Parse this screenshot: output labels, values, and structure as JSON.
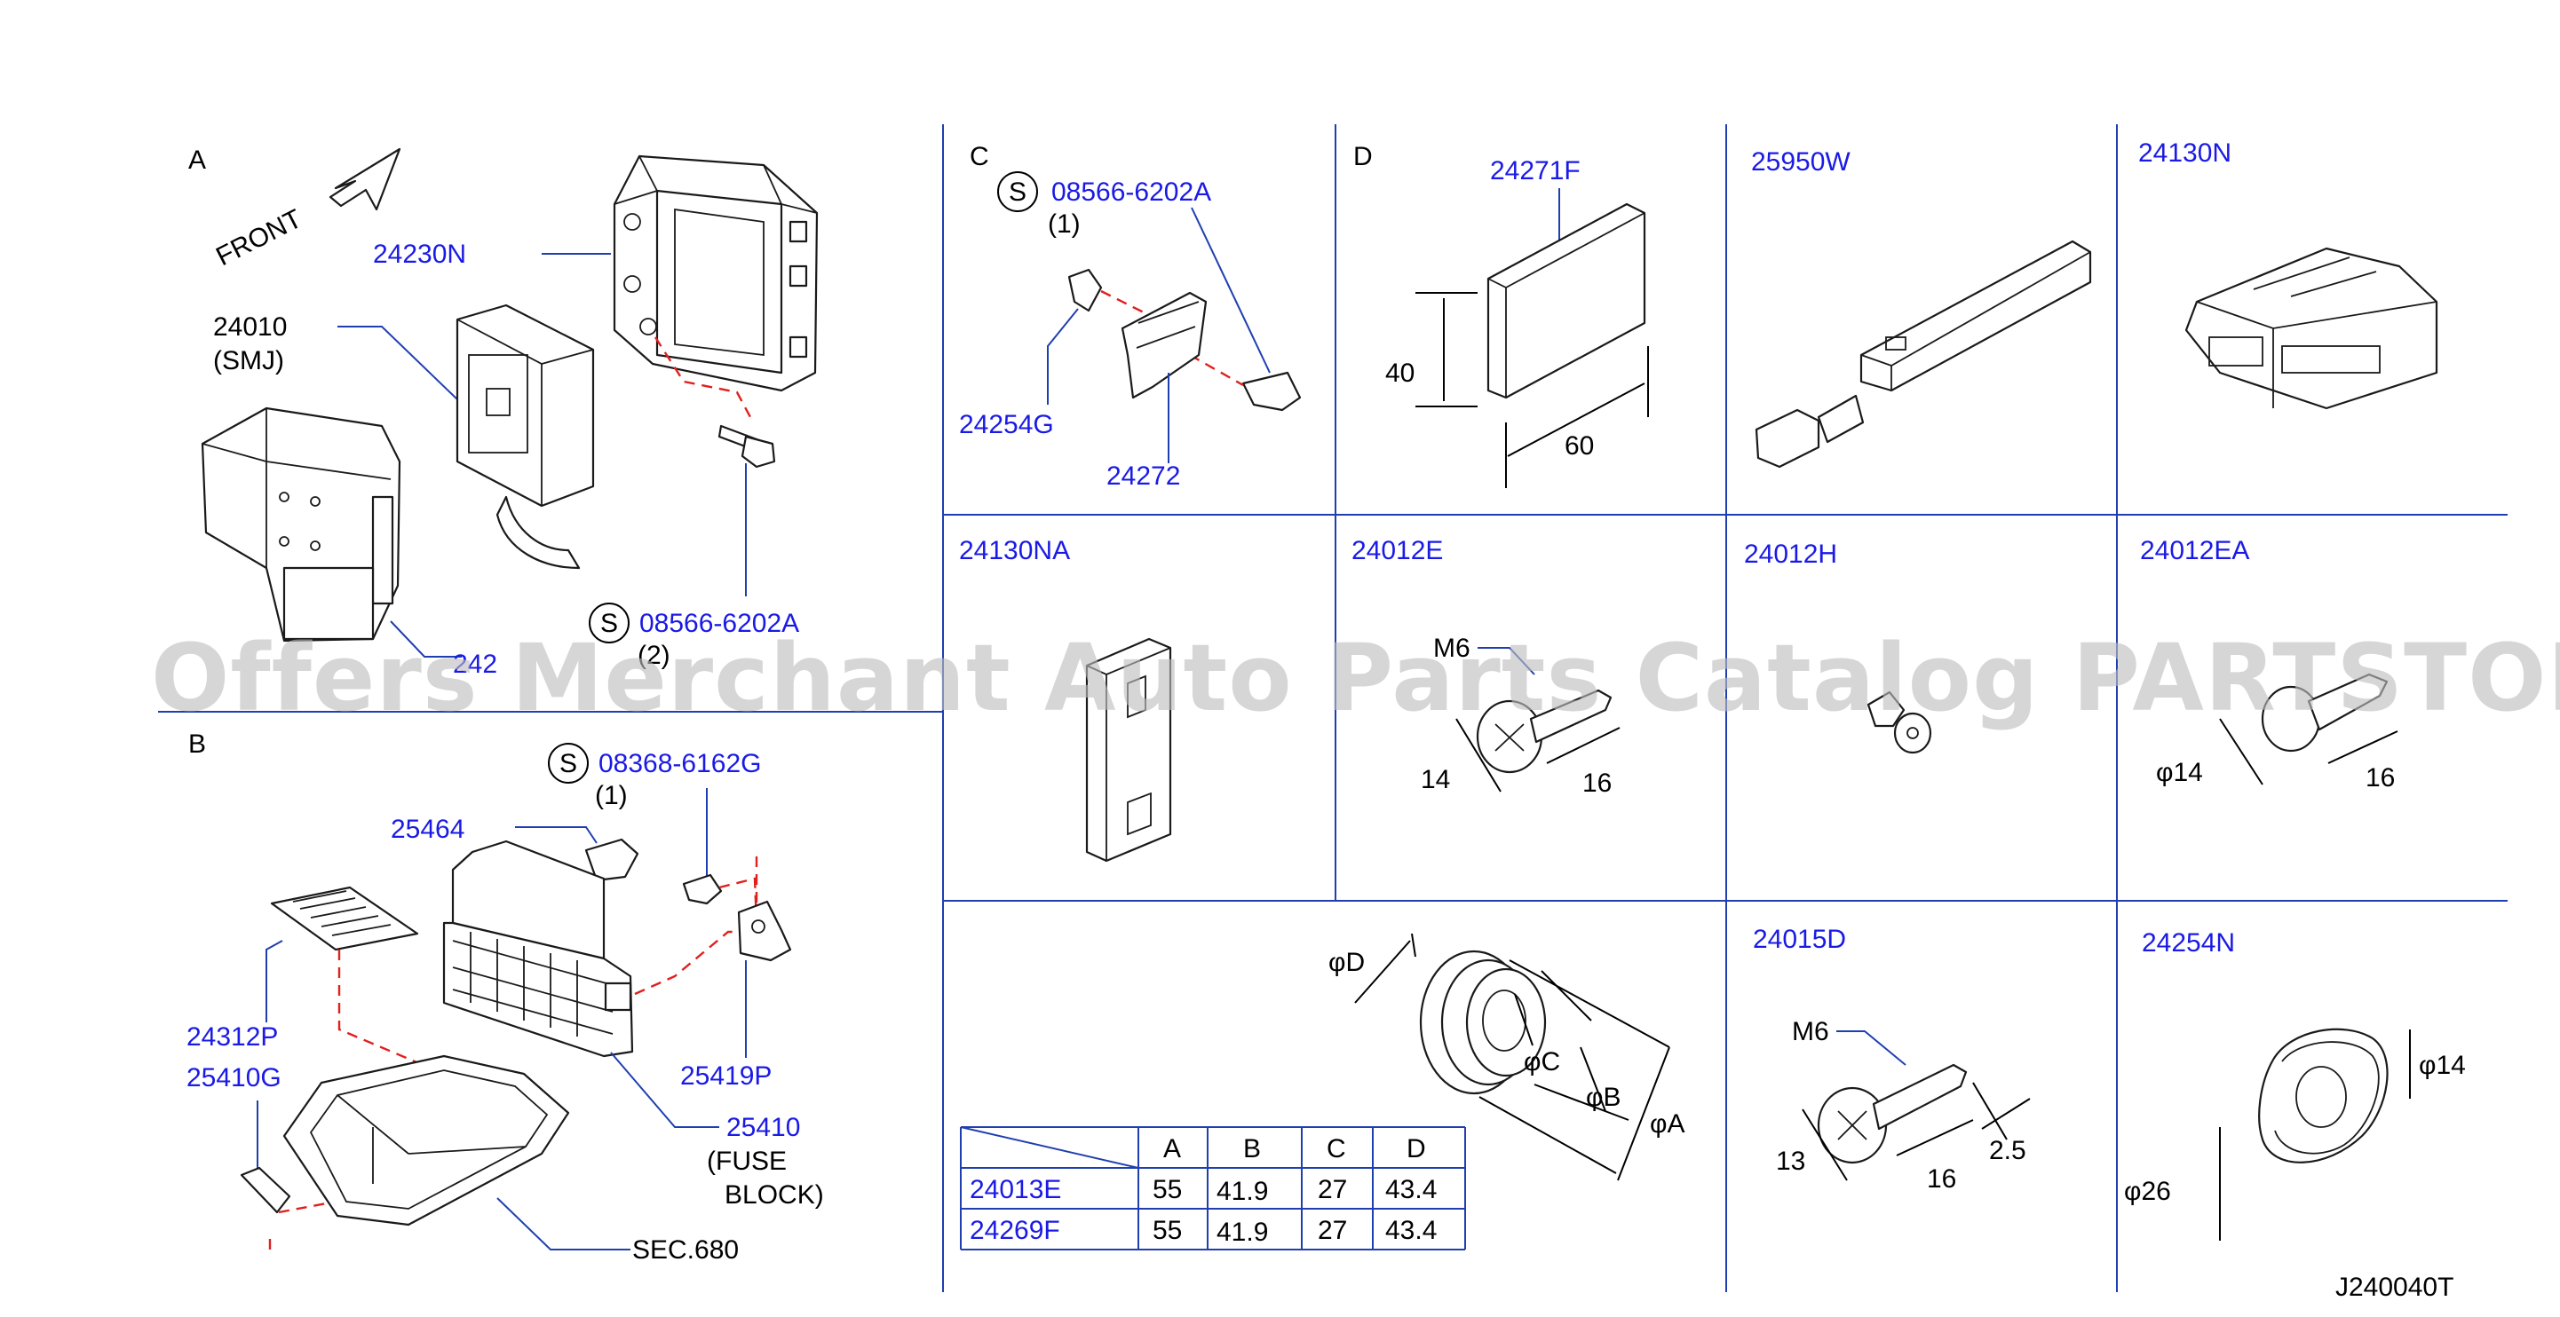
{
  "watermark": "Offers Merchant Auto Parts Catalog PARTSTORE.SA",
  "drawing_code": "J240040T",
  "section_a": {
    "letter": "A",
    "front": "FRONT",
    "p_24230n": "24230N",
    "p_24010": "24010",
    "p_smj": "(SMJ)",
    "s_symbol": "S",
    "p_08566": "08566-6202A",
    "qty_2": "(2)",
    "p_242xx_partial": "242"
  },
  "section_b": {
    "letter": "B",
    "s_symbol": "S",
    "p_08368": "08368-6162G",
    "qty_1": "(1)",
    "p_25464": "25464",
    "p_24312p": "24312P",
    "p_25410g": "25410G",
    "p_25419p": "25419P",
    "p_25410": "25410",
    "fuse1": "(FUSE",
    "fuse2": "BLOCK)",
    "sec680": "SEC.680"
  },
  "section_c": {
    "letter": "C",
    "s_symbol": "S",
    "p_08566": "08566-6202A",
    "qty_1": "(1)",
    "p_24254g": "24254G",
    "p_24272": "24272"
  },
  "section_d": {
    "letter": "D",
    "p_24271f": "24271F",
    "dim_40": "40",
    "dim_60": "60"
  },
  "cells": {
    "p_25950w": "25950W",
    "p_24130n": "24130N",
    "p_24130na": "24130NA",
    "p_24012e": "24012E",
    "e_m6": "M6",
    "e_14": "14",
    "e_16": "16",
    "p_24012h": "24012H",
    "p_24012ea": "24012EA",
    "ea_phi14": "φ14",
    "ea_16": "16",
    "grommet_phid": "φD",
    "grommet_phic": "φC",
    "grommet_phib": "φB",
    "grommet_phia": "φA",
    "p_24015d": "24015D",
    "d15_m6": "M6",
    "d15_13": "13",
    "d15_16": "16",
    "d15_25": "2.5",
    "p_24254n": "24254N",
    "n_phi14": "φ14",
    "n_phi26": "φ26"
  },
  "grommet_table": {
    "headers": [
      "A",
      "B",
      "C",
      "D"
    ],
    "rows": [
      {
        "part": "24013E",
        "values": [
          "55",
          "41.9",
          "27",
          "43.4"
        ]
      },
      {
        "part": "24269F",
        "values": [
          "55",
          "41.9",
          "27",
          "43.4"
        ]
      }
    ]
  },
  "colors": {
    "part_number": "#1a1ae6",
    "frame": "#1f3fb0",
    "callout_dash": "#e0201e",
    "watermark": "#bdbdbd"
  }
}
